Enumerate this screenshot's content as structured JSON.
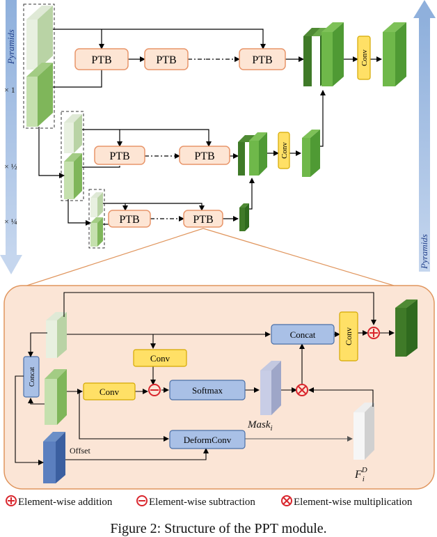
{
  "top": {
    "pyramids_left": "Pyramids",
    "pyramids_right": "Pyramids",
    "scale_1": "× 1",
    "scale_half": "× ½",
    "scale_quarter": "× ¼",
    "ptb": "PTB",
    "conv": "Conv"
  },
  "detail": {
    "concat_left": "Concat",
    "concat_main": "Concat",
    "conv_top": "Conv",
    "conv_mid": "Conv",
    "conv_right": "Conv",
    "softmax": "Softmax",
    "deformconv": "DeformConv",
    "offset": "Offset",
    "mask": "Mask",
    "mask_sub": "i",
    "feat": "F",
    "feat_sub": "i",
    "feat_sup": "D"
  },
  "legend": {
    "add": "Element-wise addition",
    "sub": "Element-wise subtraction",
    "mul": "Element-wise multiplication"
  },
  "caption": "Figure 2: Structure of the PPT module.",
  "colors": {
    "ptb_fill": "#fde5d4",
    "ptb_stroke": "#e8956a",
    "conv_fill": "#ffe066",
    "conv_stroke": "#d4a800",
    "blue_box_fill": "#a9c0e6",
    "blue_box_stroke": "#4a6fa8",
    "panel_fill": "#fbe5d6",
    "panel_stroke": "#e0955d",
    "op_red": "#d9262d",
    "arrow_blue": "#8fb0dc"
  }
}
